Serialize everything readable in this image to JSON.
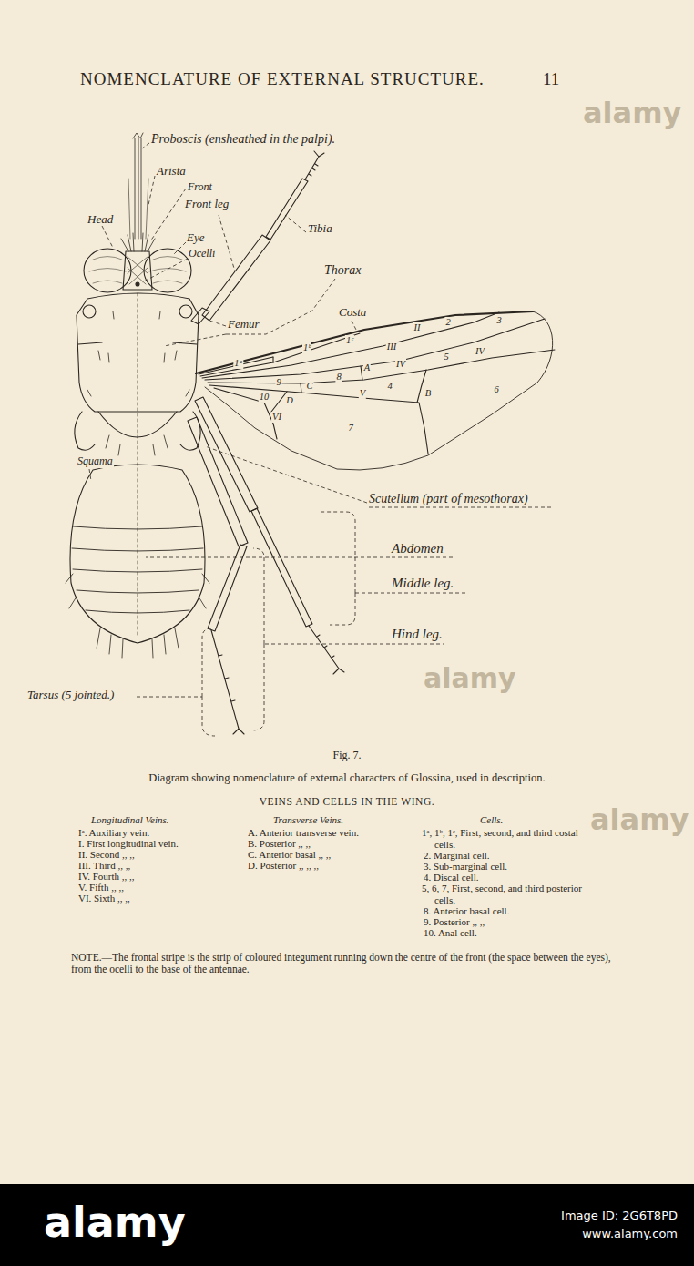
{
  "diagram": {
    "title": "NOMENCLATURE OF EXTERNAL STRUCTURE.",
    "caption": "Diagram showing nomenclature of external characters of Glossina, used in description.",
    "labels": [
      "11",
      "Proboscis (ensheathed in the palpi).",
      "Arista",
      "Front",
      "Front leg",
      "Head",
      "Eye",
      "Ocelli",
      "Tibia",
      "Thorax",
      "Costa",
      "Femur",
      "1ᵃ",
      "1ᵇ",
      "1ᶜ",
      "II",
      "2",
      "3",
      "III",
      "IV",
      "5",
      "IV",
      "A",
      "8",
      "4",
      "V",
      "B",
      "6",
      "9",
      "C",
      "10",
      "D",
      "VI",
      "7",
      "Squama",
      "Scutellum (part of mesothorax)",
      "Abdomen",
      "Middle leg.",
      "Hind leg.",
      "Tarsus (5 jointed.)",
      "Fig. 7.",
      "VEINS AND CELLS IN THE WING.",
      "Longitudinal Veins.",
      "Iᵃ. Auxiliary vein.",
      "I. First longitudinal vein.",
      "II. Second ,, ,,",
      "III. Third ,, ,,",
      "IV. Fourth ,, ,,",
      "V. Fifth ,, ,,",
      "VI. Sixth ,, ,,",
      "Transverse Veins.",
      "A. Anterior transverse vein.",
      "B. Posterior ,, ,,",
      "C. Anterior basal ,, ,,",
      "D. Posterior ,, ,, ,,",
      "Cells.",
      "1ᵃ, 1ᵇ, 1ᶜ, First, second, and third costal cells.",
      "2. Marginal cell.",
      "3. Sub-marginal cell.",
      "4. Discal cell.",
      "5, 6, 7, First, second, and third posterior cells.",
      "8. Anterior basal cell.",
      "9. Posterior ,, ,,",
      "10. Anal cell.",
      "NOTE.—The frontal stripe is the strip of coloured integument running down the centre of the front (the space between the eyes), from the ocelli to the base of the antennae.",
      "alamy",
      "alamy",
      "alamy",
      "alamy",
      "Image ID: 2G6T8PD",
      "www.alamy.com"
    ]
  }
}
